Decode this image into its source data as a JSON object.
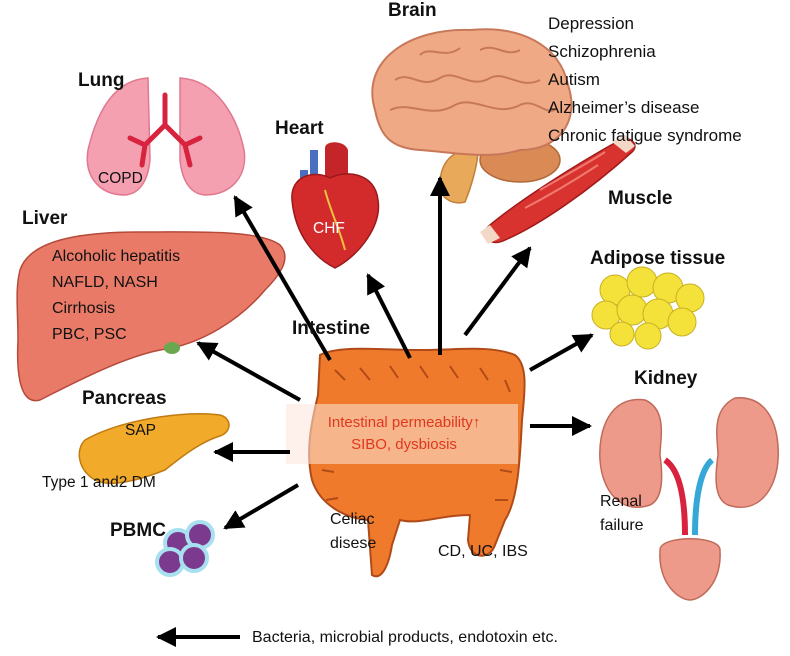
{
  "organs": {
    "brain": {
      "title": "Brain",
      "diseases": [
        "Depression",
        "Schizophrenia",
        "Autism",
        "Alzheimer’s disease",
        "Chronic fatigue syndrome"
      ]
    },
    "lung": {
      "title": "Lung",
      "disease": "COPD"
    },
    "heart": {
      "title": "Heart",
      "disease": "CHF"
    },
    "liver": {
      "title": "Liver",
      "diseases": [
        "Alcoholic hepatitis",
        "NAFLD, NASH",
        "Cirrhosis",
        "PBC, PSC"
      ]
    },
    "muscle": {
      "title": "Muscle"
    },
    "adipose": {
      "title": "Adipose tissue"
    },
    "intestine": {
      "title": "Intestine",
      "center_line1": "Intestinal permeability↑",
      "center_line2": "SIBO, dysbiosis",
      "celiac_line1": "Celiac",
      "celiac_line2": "disese",
      "ibd": "CD, UC, IBS"
    },
    "pancreas": {
      "title": "Pancreas",
      "disease1": "SAP",
      "disease2": "Type 1 and2 DM"
    },
    "kidney": {
      "title": "Kidney",
      "disease_line1": "Renal",
      "disease_line2": "failure"
    },
    "pbmc": {
      "title": "PBMC"
    }
  },
  "legend": {
    "text": "Bacteria, microbial products, endotoxin etc."
  },
  "colors": {
    "lung": "#f4a0b0",
    "lung_bronchi": "#d8233f",
    "brain": "#f0a985",
    "brain_stem": "#e8a95a",
    "heart": "#d32a2c",
    "liver": "#e97a68",
    "muscle": "#d8332f",
    "adipose": "#f4e23a",
    "intestine": "#f07a2b",
    "pancreas": "#f2aa2a",
    "kidney": "#ee9a8a",
    "pbmc": "#7b3a8e",
    "center_text": "#e0381d",
    "arrow": "#000000"
  }
}
